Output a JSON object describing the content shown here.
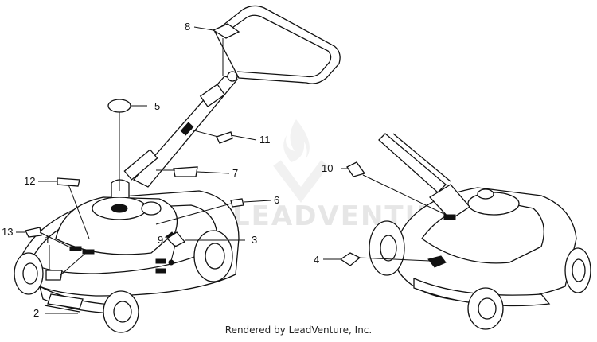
{
  "watermark": {
    "text": "LEADVENTURE"
  },
  "footer": {
    "credit": "Rendered by LeadVenture, Inc."
  },
  "callouts": {
    "c1": "1",
    "c2": "2",
    "c3": "3",
    "c4": "4",
    "c5": "5",
    "c6": "6",
    "c7": "7",
    "c8": "8",
    "c9": "9",
    "c10": "10",
    "c11": "11",
    "c12": "12",
    "c13": "13"
  }
}
